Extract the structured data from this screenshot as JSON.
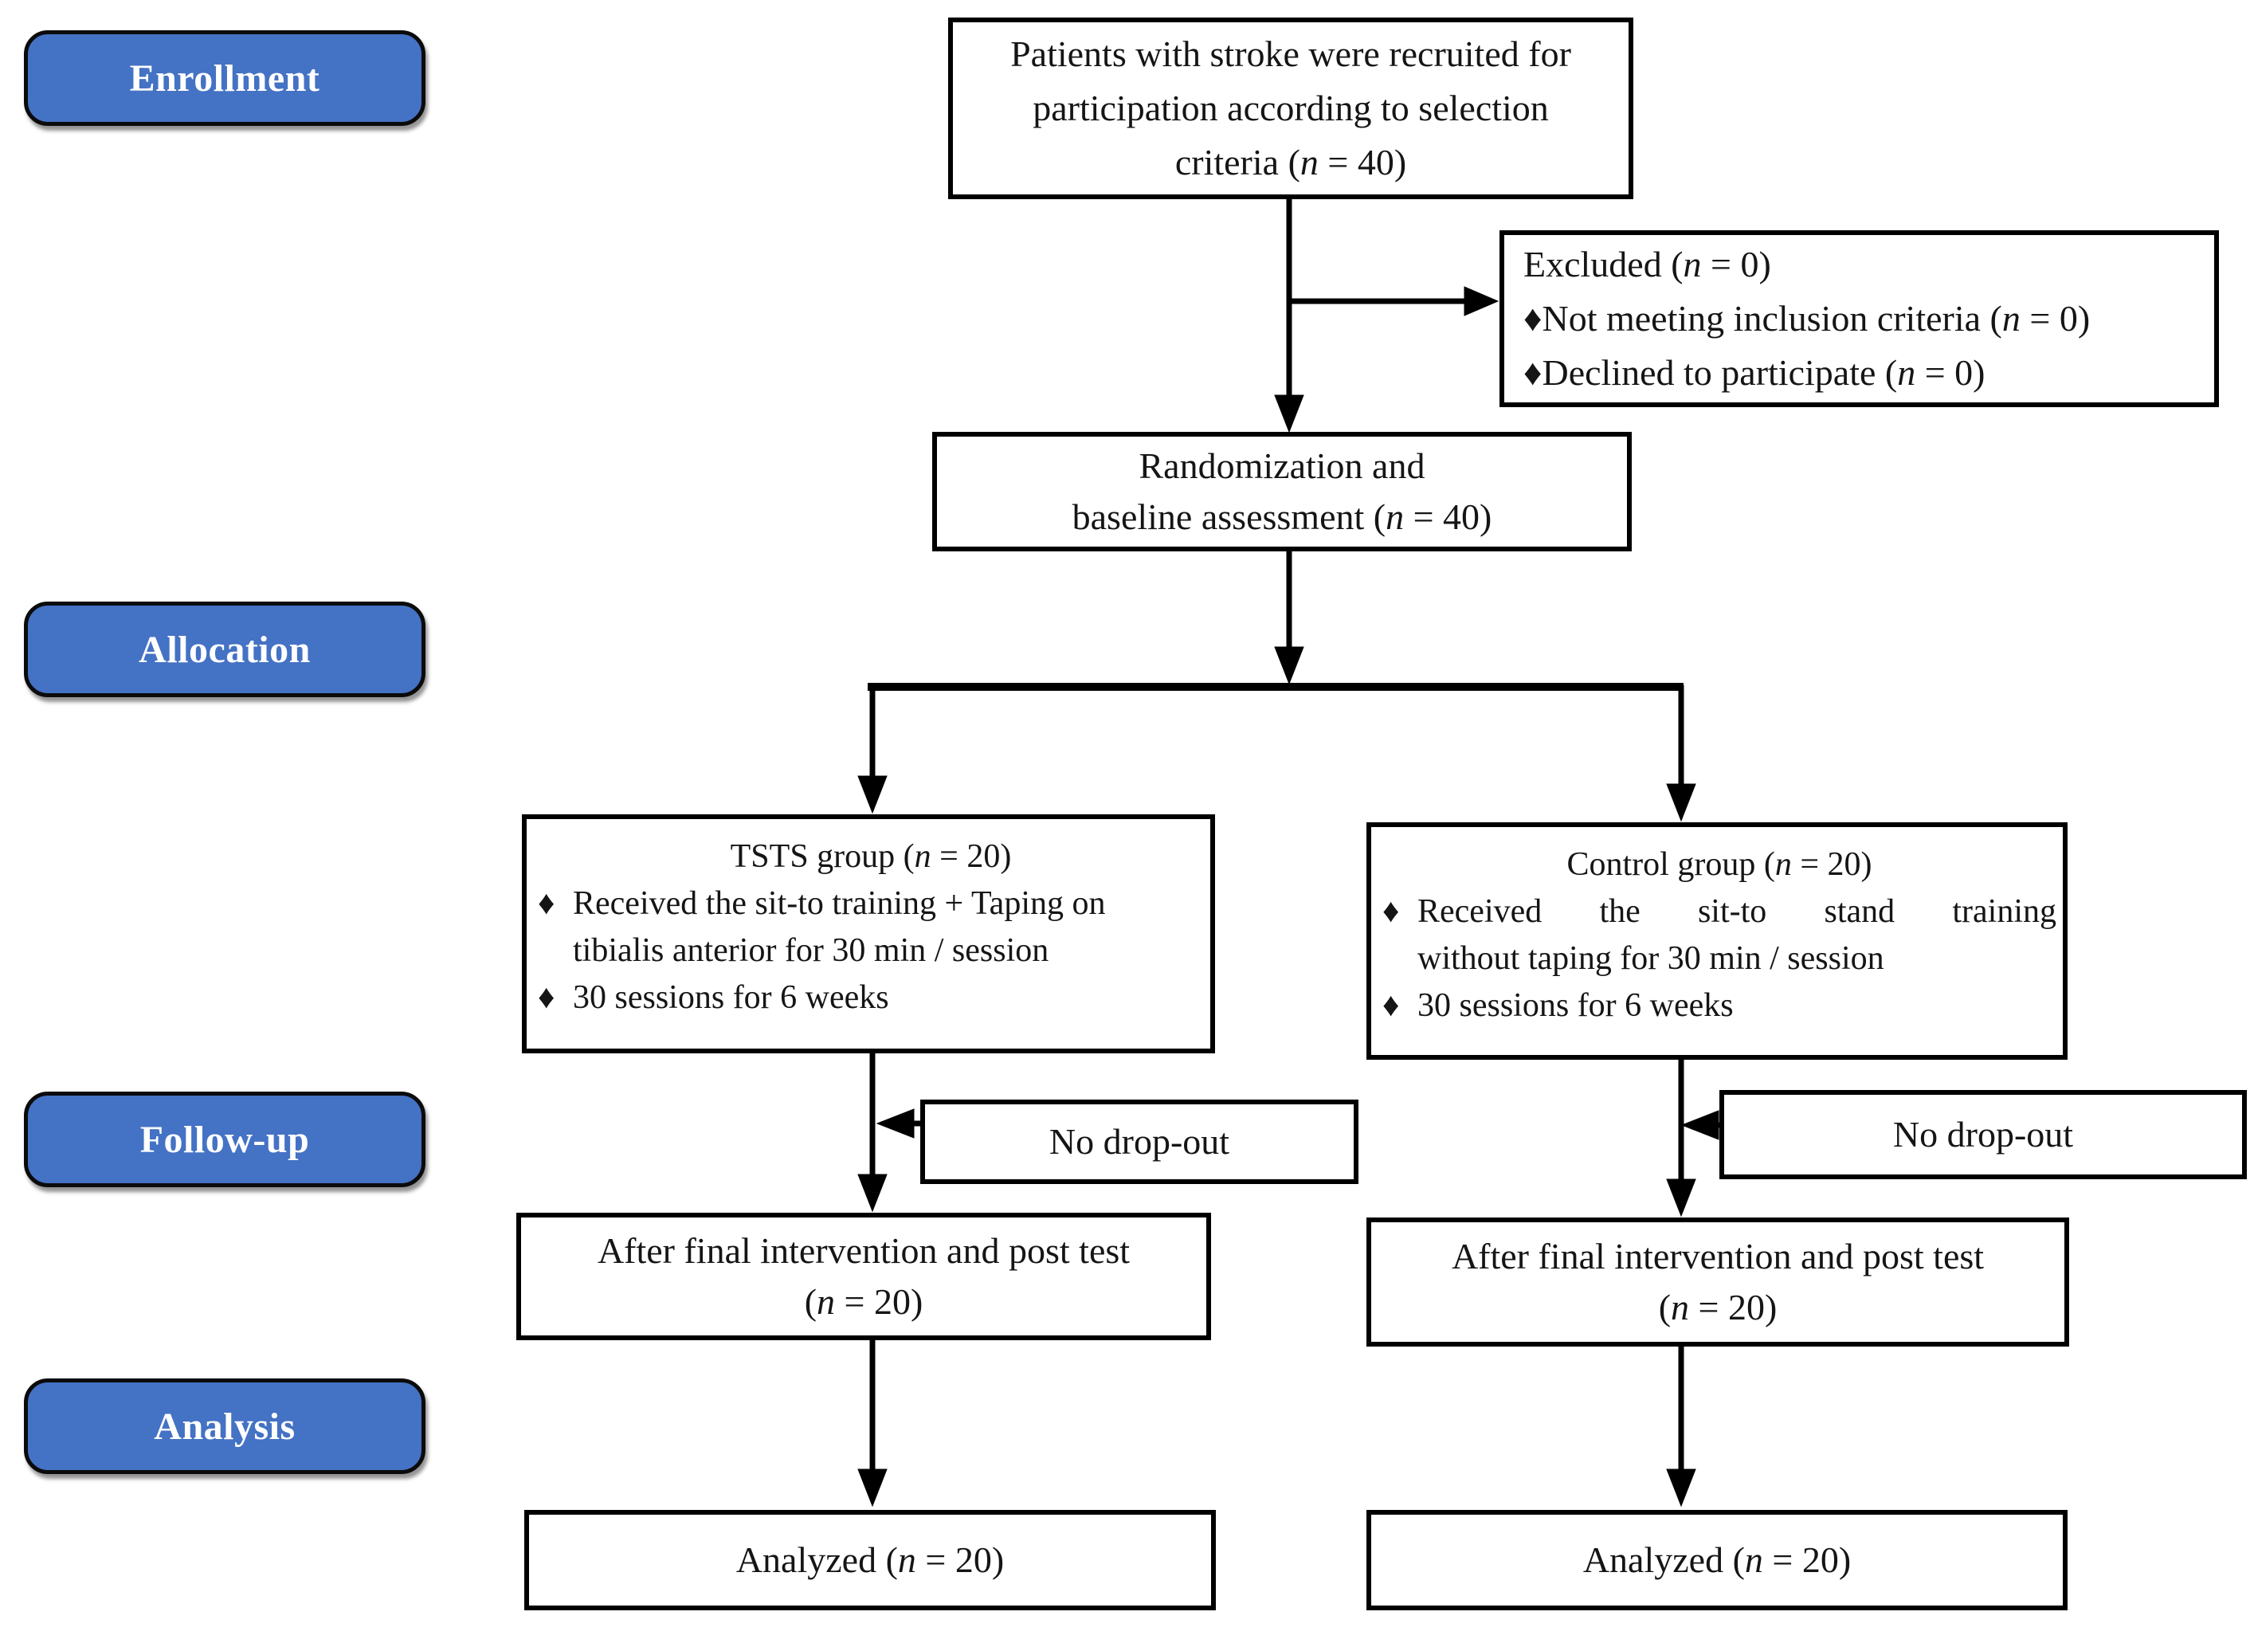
{
  "stages": [
    {
      "label": "Enrollment"
    },
    {
      "label": "Allocation"
    },
    {
      "label": "Follow-up"
    },
    {
      "label": "Analysis"
    }
  ],
  "boxes": {
    "recruited": {
      "lines": [
        "Patients with stroke were recruited for",
        "participation according to selection",
        "criteria (n = 40)"
      ]
    },
    "excluded": {
      "title": "Excluded (n = 0)",
      "bullets": [
        "Not meeting inclusion criteria (n = 0)",
        "Declined to participate (n = 0)"
      ]
    },
    "randomization": {
      "lines": [
        "Randomization and",
        "baseline assessment (n = 40)"
      ]
    },
    "tsts": {
      "title": "TSTS group (n = 20)",
      "bullet1_line1": "Received the sit-to training + Taping on",
      "bullet1_line2": "tibialis anterior for 30 min / session",
      "bullet2": "30 sessions for 6 weeks"
    },
    "control": {
      "title": "Control group (n = 20)",
      "bullet1_line1": "Received the sit-to stand training",
      "bullet1_line2": "without taping for 30 min / session",
      "bullet2": "30 sessions for 6 weeks"
    },
    "dropout_left": {
      "label": "No drop-out"
    },
    "dropout_right": {
      "label": "No drop-out"
    },
    "posttest_left": {
      "lines": [
        "After final intervention and post test",
        "(n = 20)"
      ]
    },
    "posttest_right": {
      "lines": [
        "After final intervention and post test",
        "(n = 20)"
      ]
    },
    "analyzed_left": {
      "label": "Analyzed (n = 20)"
    },
    "analyzed_right": {
      "label": "Analyzed (n = 20)"
    }
  },
  "ui": {
    "bullet_glyph": "♦"
  },
  "colors": {
    "stage_fill": "#4472C4",
    "stage_text": "#FFFFFF",
    "box_border": "#000000",
    "line_color": "#000000",
    "text_color": "#151515",
    "background": "#FFFFFF"
  }
}
